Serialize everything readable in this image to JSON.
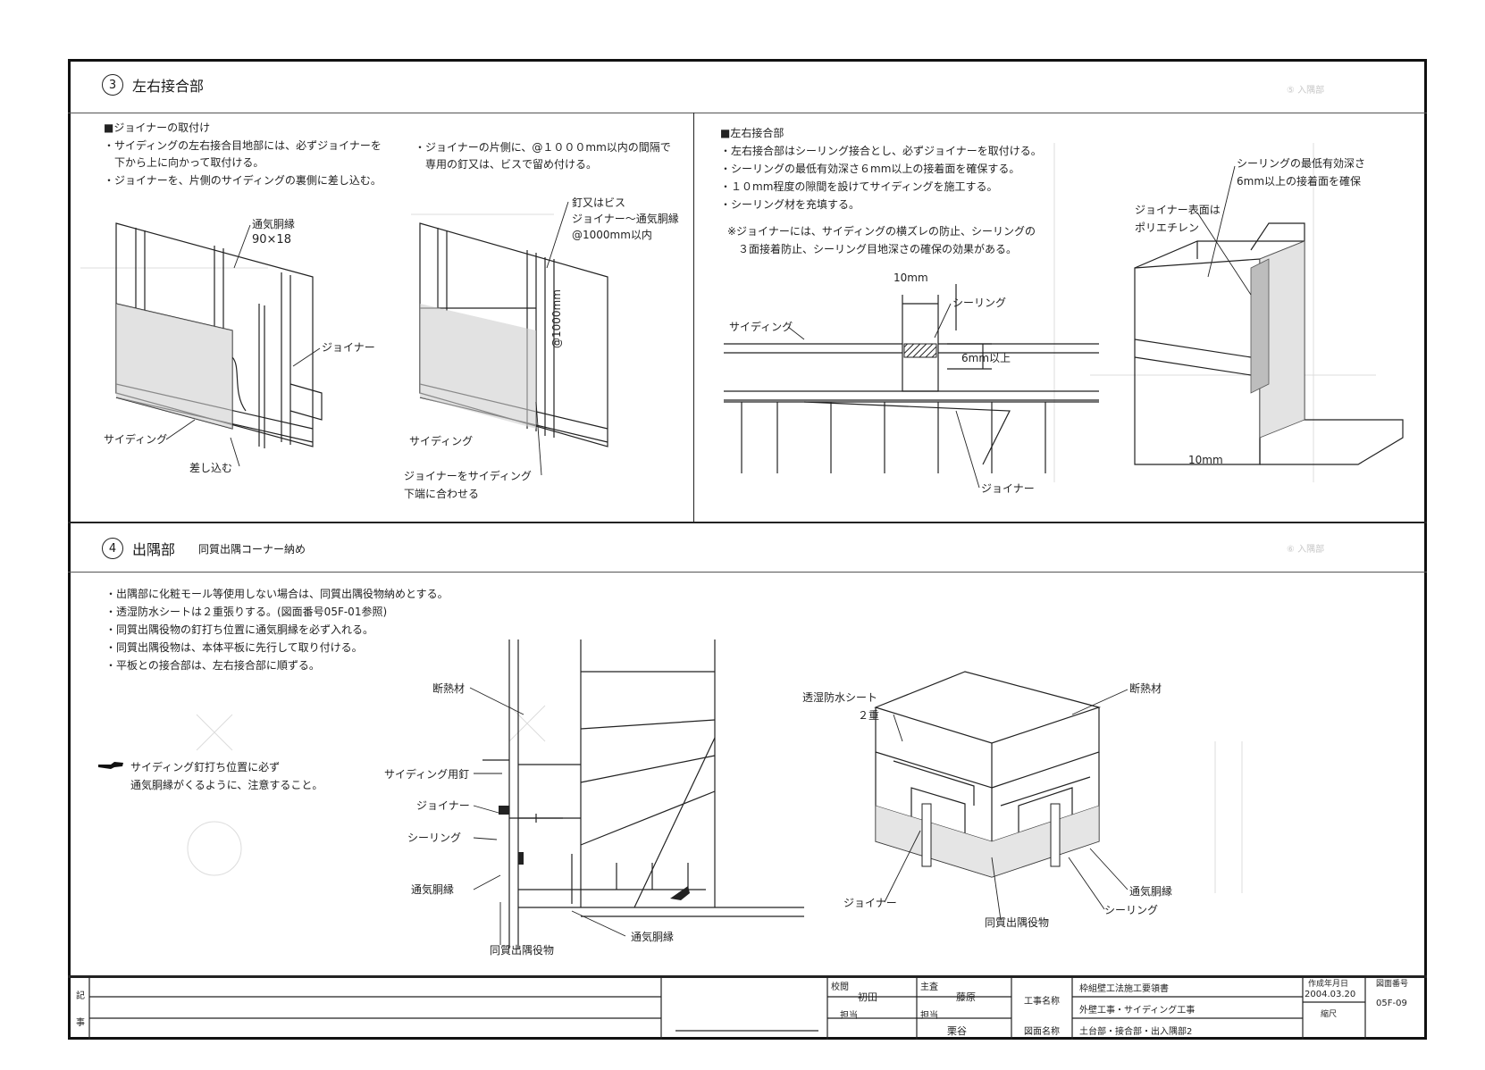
{
  "section3": {
    "number": "3",
    "title": "左右接合部",
    "joiner_install": {
      "heading": "■ジョイナーの取付け",
      "bullets": [
        "・サイディングの左右接合目地部には、必ずジョイナーを",
        "　下から上に向かって取付ける。",
        "・ジョイナーを、片側のサイディングの裏側に差し込む。"
      ],
      "bullets_right": [
        "・ジョイナーの片側に、@１０００mm以内の間隔で",
        "　専用の釘又は、ビスで留め付ける。"
      ]
    },
    "fig1": {
      "label_vent": "通気胴縁",
      "label_size": "90×18",
      "label_joiner": "ジョイナー",
      "label_siding": "サイディング",
      "label_insert": "差し込む"
    },
    "fig2": {
      "label_nail1": "釘又はビス",
      "label_nail2": "ジョイナー～通気胴縁",
      "label_nail3": "@1000mm以内",
      "label_dim": "@1000mm",
      "label_siding": "サイディング",
      "label_align1": "ジョイナーをサイディング",
      "label_align2": "下端に合わせる"
    },
    "joint": {
      "heading": "■左右接合部",
      "bullets": [
        "・左右接合部はシーリング接合とし、必ずジョイナーを取付ける。",
        "・シーリングの最低有効深さ６mm以上の接着面を確保する。",
        "・１０mm程度の隙間を設けてサイディングを施工する。",
        "・シーリング材を充填する。"
      ],
      "note1": "※ジョイナーには、サイディングの横ズレの防止、シーリングの",
      "note2": "　３面接着防止、シーリング目地深さの確保の効果がある。"
    },
    "fig3": {
      "label_10mm": "10mm",
      "label_sealing": "シーリング",
      "label_siding": "サイディング",
      "label_6mm": "6mm以上",
      "label_joiner": "ジョイナー"
    },
    "fig4": {
      "label_min1": "シーリングの最低有効深さ",
      "label_min2": "6mm以上の接着面を確保",
      "label_surface1": "ジョイナー表面は",
      "label_surface2": "ポリエチレン",
      "label_10mm": "10mm"
    }
  },
  "section4": {
    "number": "4",
    "title": "出隅部",
    "subtitle": "同質出隅コーナー納め",
    "bullets": [
      "・出隅部に化粧モール等使用しない場合は、同質出隅役物納めとする。",
      "・透湿防水シートは２重張りする。(図面番号05F-01参照)",
      "・同質出隅役物の釘打ち位置に通気胴縁を必ず入れる。",
      "・同質出隅役物は、本体平板に先行して取り付ける。",
      "・平板との接合部は、左右接合部に順ずる。"
    ],
    "caution1": "サイディング釘打ち位置に必ず",
    "caution2": "通気胴縁がくるように、注意すること。",
    "fig5": {
      "label_insulation": "断熱材",
      "label_nail": "サイディング用釘",
      "label_joiner": "ジョイナー",
      "label_sealing": "シーリング",
      "label_vent": "通気胴縁",
      "label_corner": "同質出隅役物",
      "label_vent2": "通気胴縁"
    },
    "fig6": {
      "label_sheet1": "透湿防水シート",
      "label_sheet2": "２重",
      "label_insulation": "断熱材",
      "label_joiner": "ジョイナー",
      "label_corner": "同質出隅役物",
      "label_sealing": "シーリング",
      "label_vent": "通気胴縁"
    }
  },
  "titleblock": {
    "left_label1": "記",
    "left_label2": "事",
    "check_label": "校閲",
    "check_name": "初田",
    "chief_label": "主査",
    "chief_name": "藤原",
    "charge_label": "担当",
    "charge_label2": "担当",
    "charge_name": "栗谷",
    "work_name_label": "工事名称",
    "work_name1": "枠組壁工法施工要領書",
    "work_name2": "外壁工事・サイディング工事",
    "drawing_name_label": "図面名称",
    "drawing_name": "土台部・接合部・出入隅部2",
    "date_label": "作成年月日",
    "date": "2004.03.20",
    "scale_label": "縮尺",
    "number_label": "図面番号",
    "number": "05F-09"
  }
}
